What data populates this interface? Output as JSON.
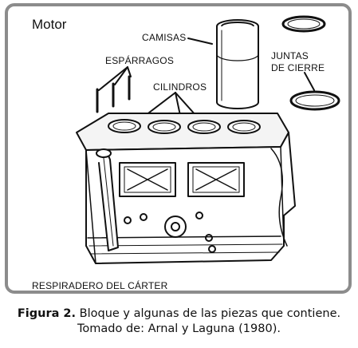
{
  "diagram": {
    "title": "Motor",
    "labels": {
      "camisas": "CAMISAS",
      "esparragos": "ESPÁRRAGOS",
      "cilindros": "CILINDROS",
      "juntas_line1": "JUNTAS",
      "juntas_line2": "DE CIERRE",
      "respiradero": "RESPIRADERO DEL CÁRTER"
    }
  },
  "caption": {
    "figure_label": "Figura 2.",
    "line1": "Bloque y algunas de las piezas que contiene.",
    "line2": "Tomado de: Arnal y Laguna (1980)."
  }
}
